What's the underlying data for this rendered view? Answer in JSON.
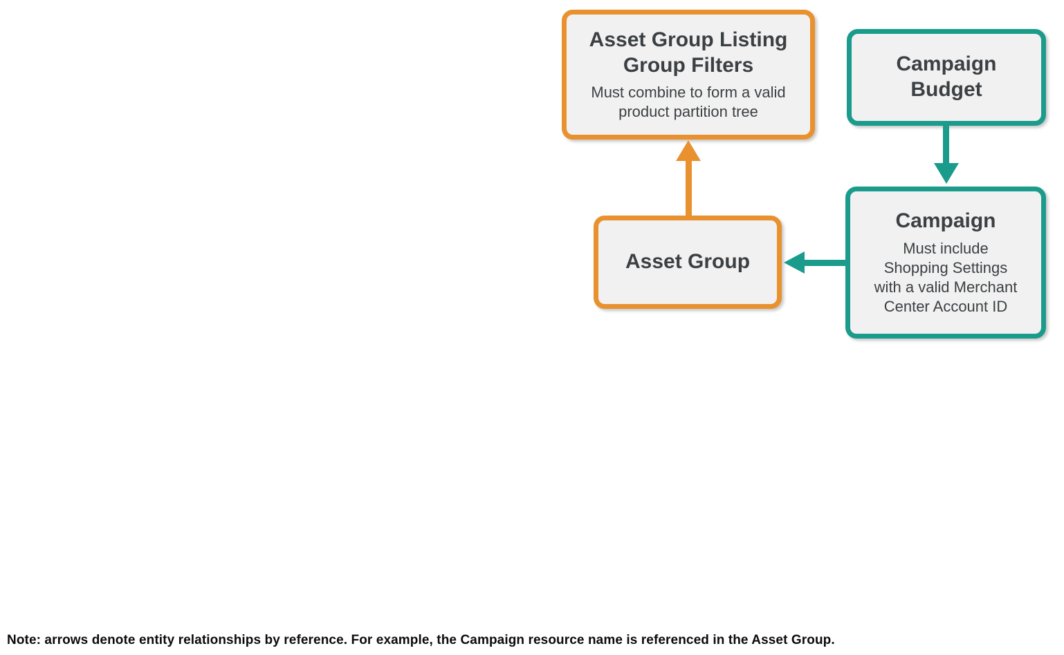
{
  "colors": {
    "orange": "#E8912E",
    "teal": "#1A9B8B",
    "node_fill": "#F1F1F1",
    "node_text": "#3C4043"
  },
  "nodes": {
    "listing_filters": {
      "title": "Asset Group Listing\nGroup Filters",
      "subtitle": "Must combine to form a valid\nproduct partition tree"
    },
    "campaign_budget": {
      "title": "Campaign\nBudget"
    },
    "asset_group": {
      "title": "Asset Group"
    },
    "campaign": {
      "title": "Campaign",
      "subtitle": "Must include\nShopping Settings\nwith a valid Merchant\nCenter Account ID"
    }
  },
  "relationships": [
    "asset-group references asset-group-listing-group-filters",
    "campaign-budget references campaign",
    "campaign references asset-group"
  ],
  "note": "Note: arrows denote entity relationships by reference. For example, the Campaign resource name is referenced in the Asset Group."
}
